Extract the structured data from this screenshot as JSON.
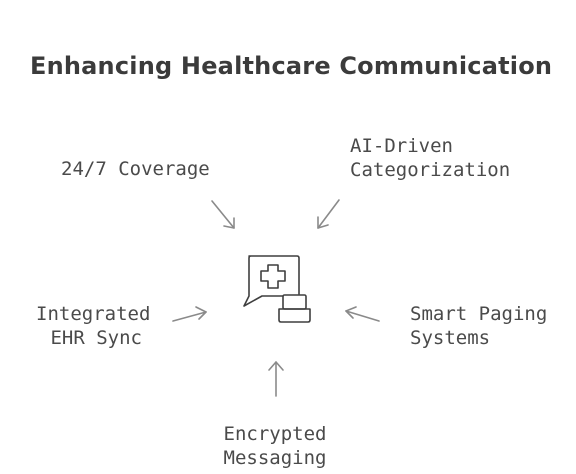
{
  "title": "Enhancing Healthcare Communication",
  "center_icon": "chat-medical-laptop-icon",
  "labels": {
    "coverage": {
      "line1": "24/7 Coverage"
    },
    "ai": {
      "line1": "AI-Driven",
      "line2": "Categorization"
    },
    "ehr": {
      "line1": "Integrated",
      "line2": "EHR Sync"
    },
    "paging": {
      "line1": "Smart Paging",
      "line2": "Systems"
    },
    "messaging": {
      "line1": "Encrypted",
      "line2": "Messaging"
    }
  },
  "colors": {
    "text": "#4a4a4a",
    "arrow": "#8a8a8a",
    "icon": "#3f3f3f"
  }
}
